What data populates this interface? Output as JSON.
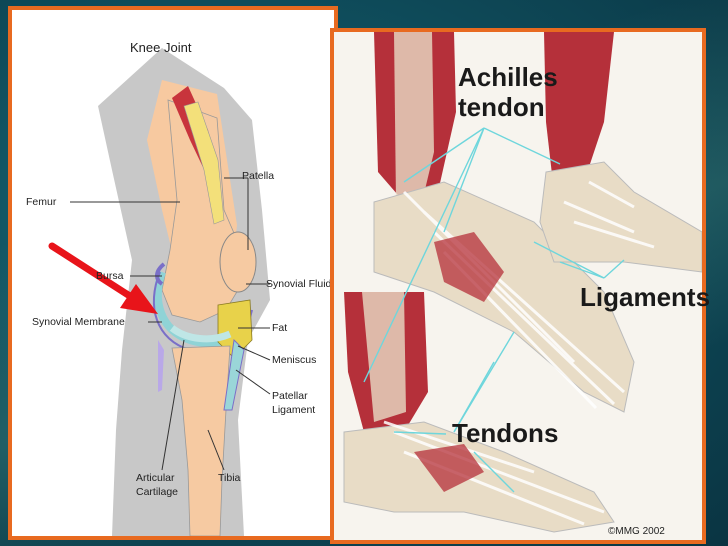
{
  "knee": {
    "title": "Knee Joint",
    "labels": {
      "femur": "Femur",
      "patella": "Patella",
      "bursa": "Bursa",
      "synovial_fluid": "Synovial Fluid",
      "synovial_membrane": "Synovial Membrane",
      "fat": "Fat",
      "meniscus": "Meniscus",
      "patellar_ligament_line1": "Patellar",
      "patellar_ligament_line2": "Ligament",
      "articular_cartilage_line1": "Articular",
      "articular_cartilage_line2": "Cartilage",
      "tibia": "Tibia"
    }
  },
  "foot": {
    "labels": {
      "achilles_line1": "Achilles",
      "achilles_line2": "tendon",
      "ligaments": "Ligaments",
      "tendons": "Tendons"
    },
    "copyright": "©MMG 2002"
  },
  "colors": {
    "panel_border": "#e86a20",
    "arrow": "#e8141a",
    "leader_line": "#6ed6dc",
    "muscle": "#b5303a",
    "bone": "#e8dcc6",
    "skin": "#f7c9a0",
    "cartilage": "#bfe6e6"
  }
}
